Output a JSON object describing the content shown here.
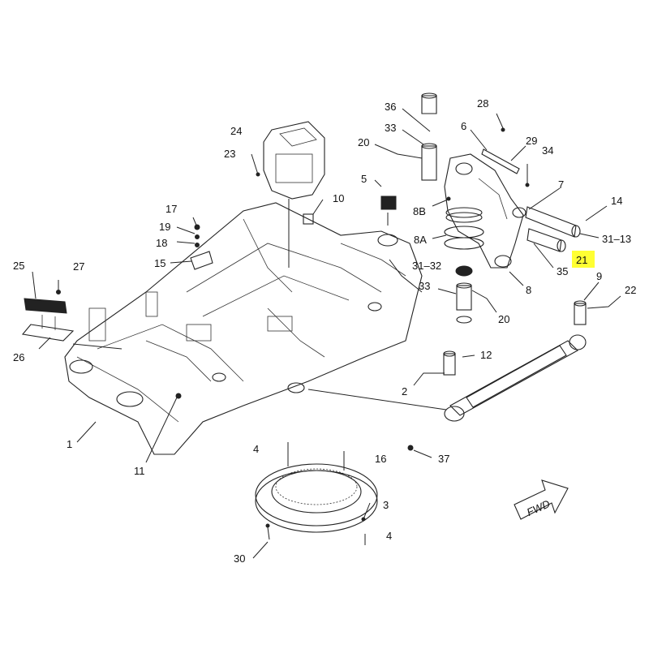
{
  "labels": {
    "l1": "1",
    "l2": "2",
    "l3": "3",
    "l4a": "4",
    "l4b": "4",
    "l5": "5",
    "l6": "6",
    "l7": "7",
    "l8": "8",
    "l8a": "8A",
    "l8b": "8B",
    "l9": "9",
    "l10": "10",
    "l11": "11",
    "l12": "12",
    "l14": "14",
    "l15": "15",
    "l16": "16",
    "l17": "17",
    "l18": "18",
    "l19": "19",
    "l20a": "20",
    "l20b": "20",
    "l21": "21",
    "l22": "22",
    "l23": "23",
    "l24": "24",
    "l25": "25",
    "l26": "26",
    "l27": "27",
    "l28": "28",
    "l29": "29",
    "l30": "30",
    "l3113": "31–13",
    "l3132": "31–32",
    "l33a": "33",
    "l33b": "33",
    "l34": "34",
    "l35": "35",
    "l36": "36",
    "l37": "37"
  },
  "fwd_text": "FWD",
  "highlight_color": "#ffff33"
}
